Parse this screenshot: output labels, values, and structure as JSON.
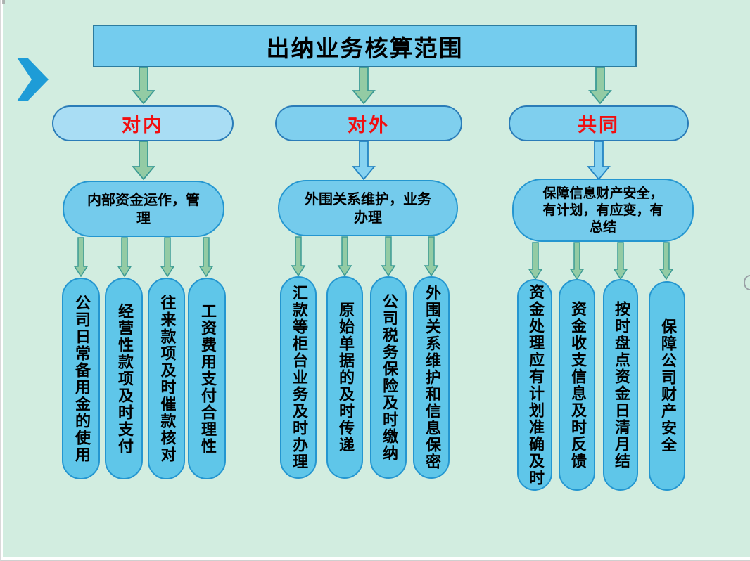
{
  "title": {
    "text": "出纳业务核算范围"
  },
  "decor": {
    "chevron_icon": "chevron-right-icon",
    "chevron_color": "#1e9cd7"
  },
  "colors": {
    "background": "#d2ede0",
    "title_fill": "#74ccee",
    "pill_internal_fill": "#a9ddf4",
    "pill_fill": "#7fcfee",
    "oval_fill": "#74cbec",
    "capsule_fill": "#5fc6e9",
    "shape_border": "#2496d0",
    "green_arrow": "#93cba4",
    "blue_arrow": "#86d2f1",
    "label_red": "#f10e10",
    "text_black": "#000000"
  },
  "branches": [
    {
      "label": "对内",
      "summary_lines": [
        "内部资金运作，管",
        "理"
      ],
      "items": [
        "公司日常备用金的使用",
        "经营性款项及时支付",
        "往来款项及时催款核对",
        "工资费用支付合理性"
      ]
    },
    {
      "label": "对外",
      "summary_lines": [
        "外围关系维护，业务",
        "办理"
      ],
      "items": [
        "汇款等柜台业务及时办理",
        "原始单据的及时传递",
        "公司税务保险及时缴纳",
        "外围关系维护和信息保密"
      ]
    },
    {
      "label": "共同",
      "summary_lines": [
        "保障信息财产安全，",
        "有计划，有应变，有",
        "总结"
      ],
      "items": [
        "资金处理应有计划准确及时",
        "资金收支信息及时反馈",
        "按时盘点资金日清月结",
        "保障公司财产安全"
      ]
    }
  ]
}
